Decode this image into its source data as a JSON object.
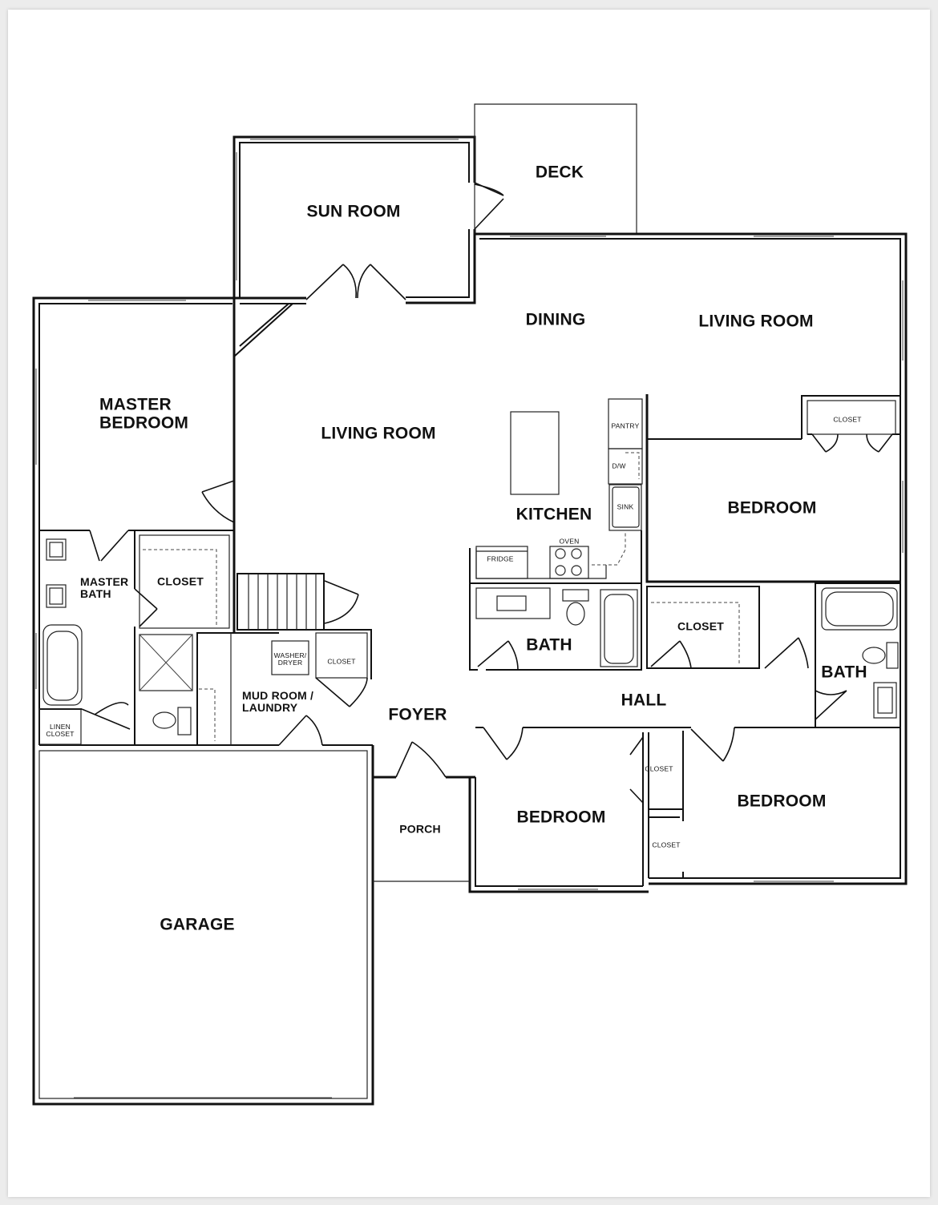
{
  "plan": {
    "rooms": {
      "deck": "DECK",
      "sun_room": "SUN ROOM",
      "dining": "DINING",
      "living_room_rear": "LIVING ROOM",
      "master_bedroom": "MASTER\nBEDROOM",
      "living_room_main": "LIVING ROOM",
      "kitchen": "KITCHEN",
      "bedroom_east": "BEDROOM",
      "master_bath": "MASTER\nBATH",
      "master_closet": "CLOSET",
      "bath_center": "BATH",
      "hall_closet": "CLOSET",
      "bath_east": "BATH",
      "mud_room": "MUD ROOM /\nLAUNDRY",
      "foyer": "FOYER",
      "hall": "HALL",
      "porch": "PORCH",
      "bedroom_front": "BEDROOM",
      "bedroom_southeast": "BEDROOM",
      "garage": "GARAGE",
      "linen_closet": "LINEN\nCLOSET"
    },
    "fixtures": {
      "pantry": "PANTRY",
      "dishwasher": "D/W",
      "sink": "SINK",
      "oven": "OVEN",
      "fridge": "FRIDGE",
      "washer_dryer": "WASHER/\nDRYER",
      "mud_closet": "CLOSET",
      "east_closet": "CLOSET",
      "front_closet": "CLOSET",
      "lower_closet": "CLOSET"
    }
  }
}
